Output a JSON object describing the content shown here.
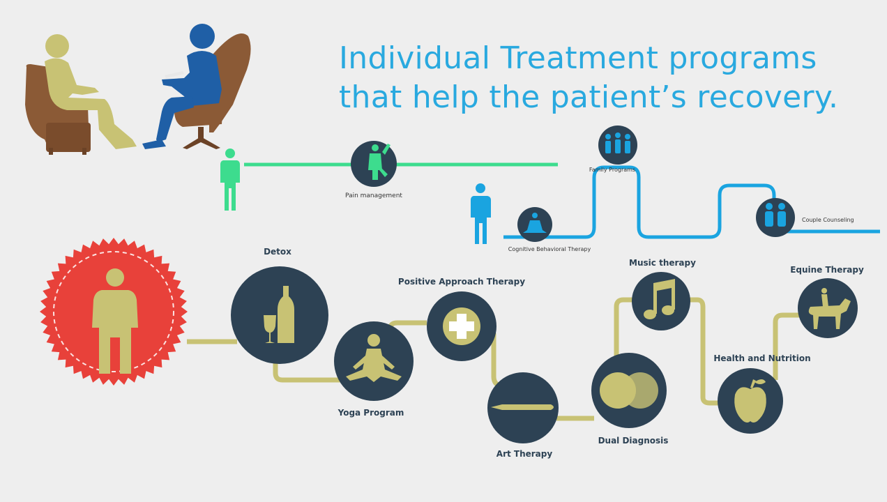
{
  "title": {
    "line1": "Individual Treatment programs",
    "line2": "that help the patient’s recovery."
  },
  "upper_path": {
    "pain_label": "Pain management",
    "family_label": "Family Programs",
    "cbt_label": "Cognitive Behavioral Therapy",
    "couple_label": "Couple Counseling"
  },
  "programs": {
    "detox": "Detox",
    "yoga": "Yoga Program",
    "positive": "Positive Approach Therapy",
    "art": "Art Therapy",
    "dual": "Dual Diagnosis",
    "music": "Music therapy",
    "health": "Health and Nutrition",
    "equine": "Equine Therapy"
  },
  "colors": {
    "background": "#eeeeee",
    "title": "#29a9df",
    "navy": "#2d4254",
    "khaki": "#c8c274",
    "red": "#e8413a",
    "green": "#3ddc8e",
    "blue": "#1aa4e0",
    "brown": "#8b5a36"
  },
  "icons": [
    "therapist-session-icon",
    "person-icon",
    "wine-bottle-icon",
    "meditation-icon",
    "plus-icon",
    "brush-icon",
    "two-circles-icon",
    "music-note-icon",
    "apple-icon",
    "horse-rider-icon",
    "family-icon",
    "couple-icon"
  ]
}
